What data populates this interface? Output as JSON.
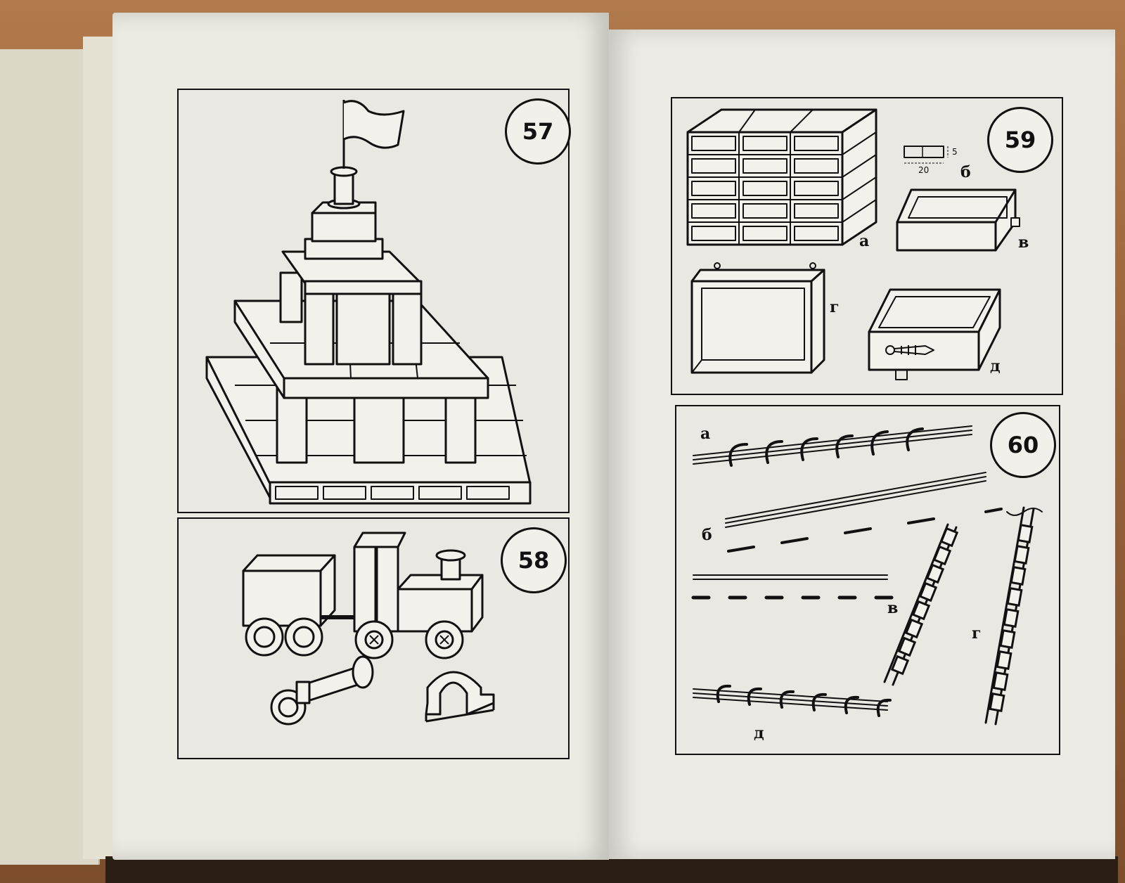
{
  "figures": {
    "fig57": {
      "number": "57"
    },
    "fig58": {
      "number": "58"
    },
    "fig59": {
      "number": "59",
      "labels": {
        "a": "а",
        "b": "б",
        "v": "в",
        "g": "г",
        "d": "д"
      },
      "dimensions": {
        "length": "20",
        "height": "5"
      }
    },
    "fig60": {
      "number": "60",
      "labels": {
        "a": "а",
        "b": "б",
        "v": "в",
        "g": "г",
        "d": "д"
      }
    }
  },
  "colors": {
    "ink": "#111111",
    "paper": "#ecebe3"
  }
}
